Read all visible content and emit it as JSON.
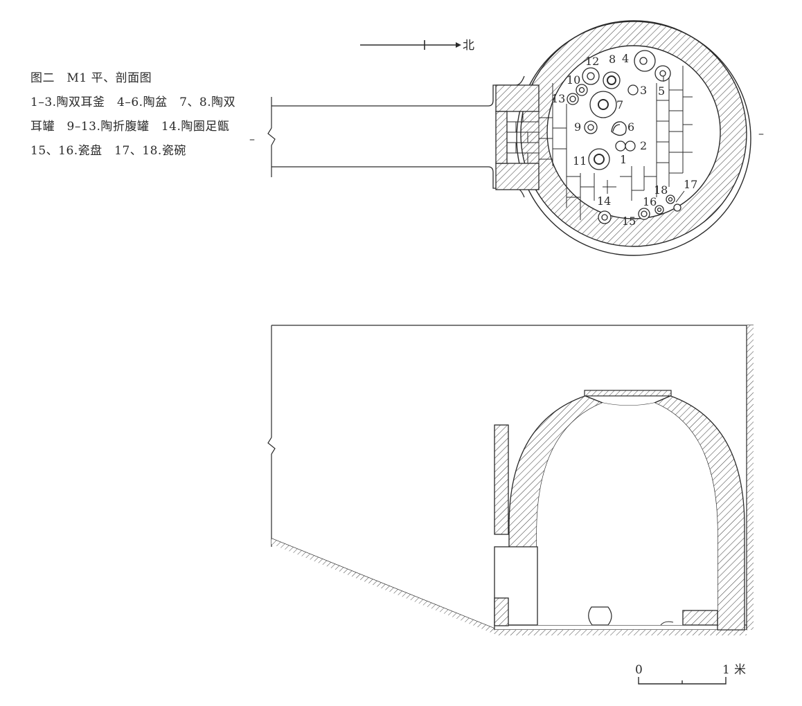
{
  "caption": {
    "title": "图二　M1 平、剖面图",
    "lines": [
      "1–3.陶双耳釜　4–6.陶盆　7、8.陶双",
      "耳罐　9–13.陶折腹罐　14.陶圈足甑",
      "15、16.瓷盘　17、18.瓷碗"
    ]
  },
  "north_label": "北",
  "item_numbers": [
    "1",
    "2",
    "3",
    "4",
    "5",
    "6",
    "7",
    "8",
    "9",
    "10",
    "11",
    "12",
    "13",
    "14",
    "15",
    "16",
    "17",
    "18"
  ],
  "section_marks": [
    "–",
    "–"
  ],
  "scale": {
    "zero": "0",
    "one": "1",
    "unit": "米"
  },
  "colors": {
    "ink": "#2a2a2a",
    "hatch": "#444444",
    "paper": "#ffffff"
  }
}
